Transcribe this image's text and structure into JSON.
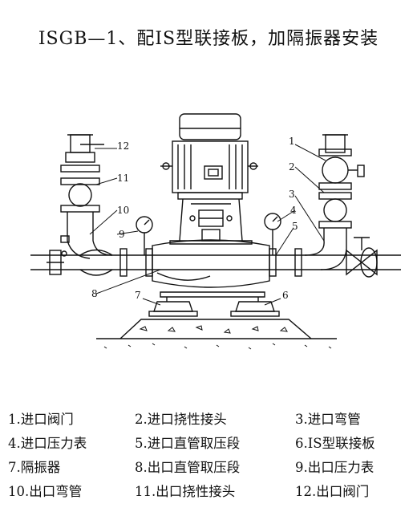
{
  "title": "ISGB—1、配IS型联接板，加隔振器安装",
  "callouts": [
    "1",
    "2",
    "3",
    "4",
    "5",
    "6",
    "7",
    "8",
    "9",
    "10",
    "11",
    "12"
  ],
  "legend": [
    "1.进口阀门",
    "2.进口挠性接头",
    "3.进口弯管",
    "4.进口压力表",
    "5.进口直管取压段",
    "6.IS型联接板",
    "7.隔振器",
    "8.出口直管取压段",
    "9.出口压力表",
    "10.出口弯管",
    "11.出口挠性接头",
    "12.出口阀门"
  ]
}
